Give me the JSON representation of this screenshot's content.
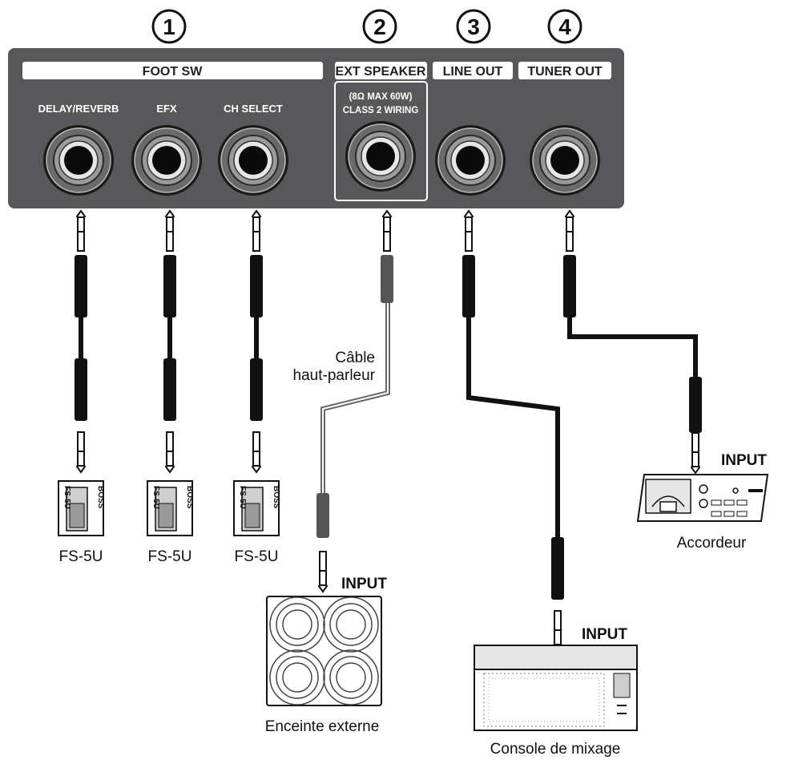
{
  "callouts": [
    "1",
    "2",
    "3",
    "4"
  ],
  "panel": {
    "headers": {
      "foot_sw": "FOOT SW",
      "ext_speaker": "EXT SPEAKER",
      "line_out": "LINE OUT",
      "tuner_out": "TUNER OUT"
    },
    "jack_labels": {
      "delay_reverb": "DELAY/REVERB",
      "efx": "EFX",
      "ch_select": "CH SELECT"
    },
    "speaker_spec": {
      "line1": "(8Ω MAX  60W)",
      "line2": "CLASS 2 WIRING"
    },
    "colors": {
      "panel": "#58585a",
      "label_bg": "#ffffff"
    }
  },
  "cable_label": {
    "line1": "Câble",
    "line2": "haut-parleur"
  },
  "devices": {
    "pedal": {
      "caption": "FS-5U",
      "model": "FS-5U",
      "brand": "BOSS"
    },
    "speaker": {
      "caption": "Enceinte externe",
      "input": "INPUT"
    },
    "mixer": {
      "caption": "Console de mixage",
      "input": "INPUT"
    },
    "tuner": {
      "caption": "Accordeur",
      "input": "INPUT"
    }
  }
}
